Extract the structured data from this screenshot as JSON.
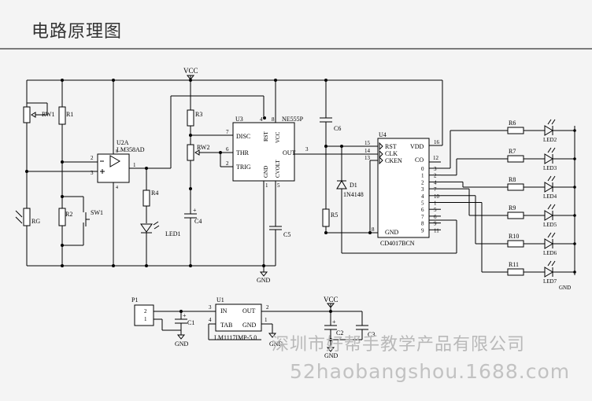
{
  "title": "电路原理图",
  "watermark": {
    "line1": "深圳市好帮手教学产品有限公司",
    "line2": "52haobangshou.1688.com"
  },
  "labels": {
    "vcc_top": "VCC",
    "vcc_bottom": "VCC",
    "gnd_main": "GND",
    "gnd_p1": "GND",
    "gnd_u1": "GND",
    "gnd_c2": "GND",
    "rw1": "RW1",
    "r1": "R1",
    "r2": "R2",
    "rg": "RG",
    "sw1": "SW1",
    "u2a": "U2A",
    "lm358": "LM358AD",
    "r4": "R4",
    "led1": "LED1",
    "r3": "R3",
    "rw2": "RW2",
    "c4": "C4",
    "u3": "U3",
    "ne555": "NE555P",
    "u3_disc": "DISC",
    "u3_thr": "THR",
    "u3_trig": "TRIG",
    "u3_gnd": "GND",
    "u3_cvolt": "CVOLT",
    "u3_vcc": "VCC",
    "u3_rst": "RST",
    "u3_out": "OUT",
    "c5": "C5",
    "c6": "C6",
    "d1": "D1",
    "d1_part": "1N4148",
    "r5": "R5",
    "u4": "U4",
    "cd4017": "CD4017BCN",
    "u4_rst": "RST",
    "u4_clk": "CLK",
    "u4_cken": "CKEN",
    "u4_gnd": "GND",
    "u4_vdd": "VDD",
    "u4_co": "CO",
    "r6": "R6",
    "r7": "R7",
    "r8": "R8",
    "r9": "R9",
    "r10": "R10",
    "r11": "R11",
    "led2": "LED2",
    "led3": "LED3",
    "led4": "LED4",
    "led5": "LED5",
    "led6": "LED6",
    "led7": "LED7",
    "p1": "P1",
    "c1": "C1",
    "u1": "U1",
    "lm1117": "LM1117IMP-5.0",
    "u1_in": "IN",
    "u1_out": "OUT",
    "u1_tab": "TAB",
    "u1_gnd": "GND",
    "c2": "C2",
    "c3": "C3",
    "plus": "+",
    "minus": "-",
    "p1_pin1": "1",
    "p1_pin2": "2"
  },
  "pins": {
    "u2_in_minus": "2",
    "u2_in_plus": "3",
    "u2_out": "1",
    "u2_v": "8",
    "u2_g": "4",
    "u3_disc": "7",
    "u3_thr": "6",
    "u3_trig": "2",
    "u3_rst": "4",
    "u3_vcc": "8",
    "u3_out": "3",
    "u3_gnd": "1",
    "u3_cv": "5",
    "u4_rst": "15",
    "u4_clk": "14",
    "u4_cken": "13",
    "u4_vdd": "16",
    "u4_gnd": "8",
    "u4_co": "12",
    "u1_in": "3",
    "u1_out": "2",
    "u1_tab": "4",
    "u1_gnd": "1",
    "u4_out_pins": [
      "3",
      "2",
      "4",
      "7",
      "10",
      "1",
      "5",
      "6",
      "9",
      "11"
    ],
    "u4_out_nums": [
      "0",
      "1",
      "2",
      "3",
      "4",
      "5",
      "6",
      "7",
      "8",
      "9"
    ]
  }
}
